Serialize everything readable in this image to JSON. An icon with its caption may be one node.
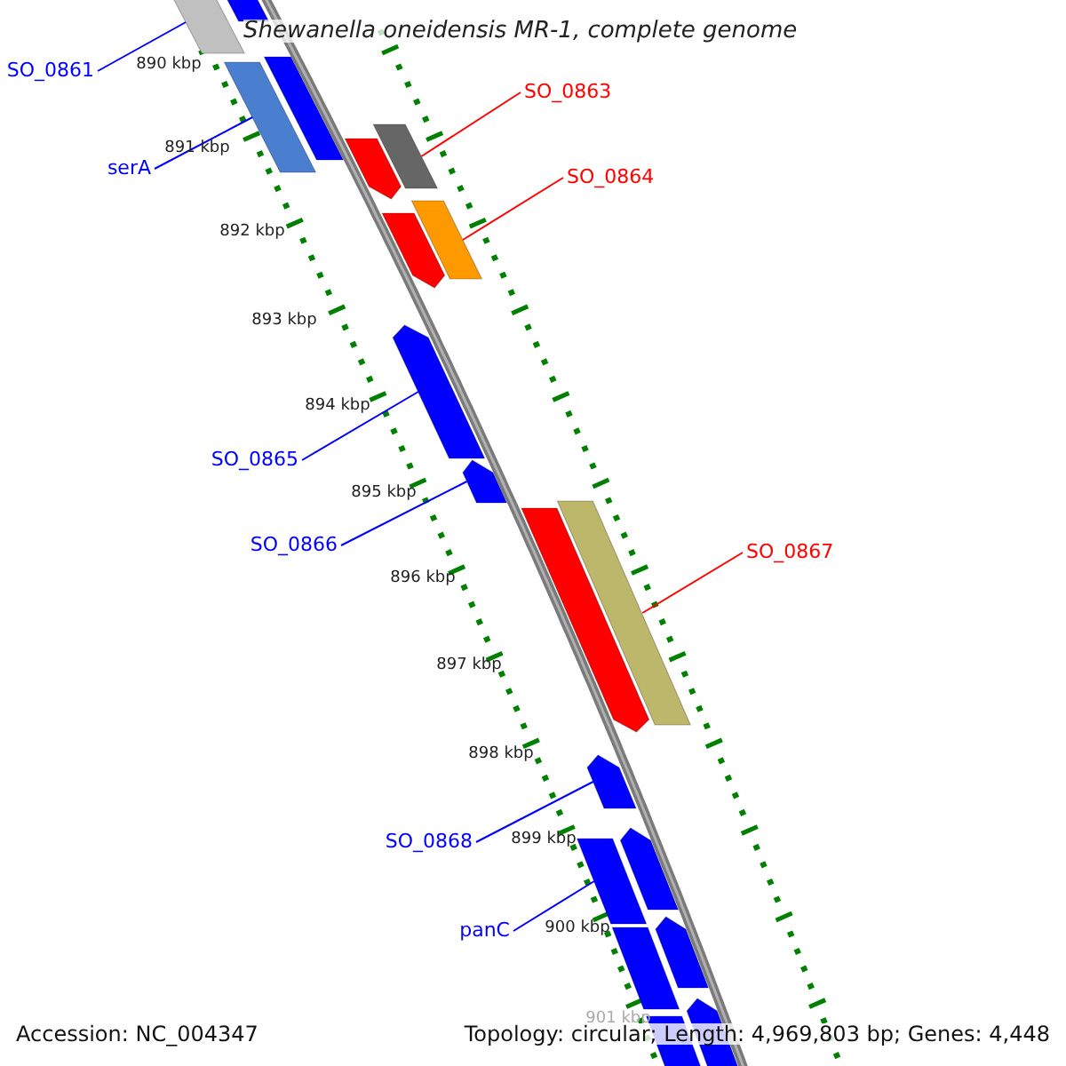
{
  "diagram": {
    "title": "Shewanella oneidensis MR-1, complete genome",
    "nodes": [
      {
        "text": [
          "SO_0861"
        ]
      },
      {
        "text": [
          "serA"
        ]
      },
      {
        "text": [
          "SO_0863"
        ]
      },
      {
        "text": [
          "SO_0864"
        ]
      },
      {
        "text": [
          "SO_0865"
        ]
      },
      {
        "text": [
          "SO_0866"
        ]
      },
      {
        "text": [
          "SO_0867"
        ]
      },
      {
        "text": [
          "SO_0868"
        ]
      },
      {
        "text": [
          "panC"
        ]
      },
      {
        "text": [],
        "shape": "bar"
      },
      {
        "text": [],
        "shape": "bar"
      },
      {
        "text": [],
        "shape": "bar"
      },
      {
        "text": [],
        "shape": "bar"
      },
      {
        "text": [],
        "shape": "bar"
      },
      {
        "text": [],
        "shape": "bar"
      },
      {
        "text": [],
        "shape": "bar"
      },
      {
        "text": [],
        "shape": "bar"
      },
      {
        "text": [],
        "shape": "bar"
      },
      {
        "text": [],
        "shape": "bar"
      },
      {
        "text": [],
        "shape": "bar"
      },
      {
        "text": [],
        "shape": "bar"
      },
      {
        "text": [],
        "shape": "bar"
      },
      {
        "text": [],
        "shape": "bar"
      },
      {
        "text": [],
        "shape": "bar"
      },
      {
        "text": [],
        "shape": "bar"
      },
      {
        "text": [],
        "shape": "bar"
      },
      {
        "text": [],
        "shape": "bar"
      },
      {
        "text": [],
        "shape": "bar"
      }
    ],
    "edges": [
      {
        "from": 0,
        "to": 9,
        "arrow": "none"
      },
      {
        "from": 1,
        "to": 12,
        "arrow": "none"
      },
      {
        "from": 2,
        "to": 13,
        "arrow": "none",
        "color": "#ff0000"
      },
      {
        "from": 3,
        "to": 15,
        "arrow": "none",
        "color": "#ff0000"
      },
      {
        "from": 4,
        "to": 17,
        "arrow": "none"
      },
      {
        "from": 5,
        "to": 18,
        "arrow": "none"
      },
      {
        "from": 6,
        "to": 19,
        "arrow": "none",
        "color": "#ff0000"
      },
      {
        "from": 7,
        "to": 21,
        "arrow": "none"
      },
      {
        "from": 8,
        "to": 23,
        "arrow": "none"
      }
    ],
    "labels": [
      "890 kbp",
      "891 kbp",
      "892 kbp",
      "893 kbp",
      "894 kbp",
      "895 kbp",
      "896 kbp",
      "897 kbp",
      "898 kbp",
      "899 kbp",
      "900 kbp",
      "901 kbp",
      "Accession: NC_004347",
      "Topology: circular; Length: 4,969,803 bp; Genes: 4,448"
    ]
  }
}
